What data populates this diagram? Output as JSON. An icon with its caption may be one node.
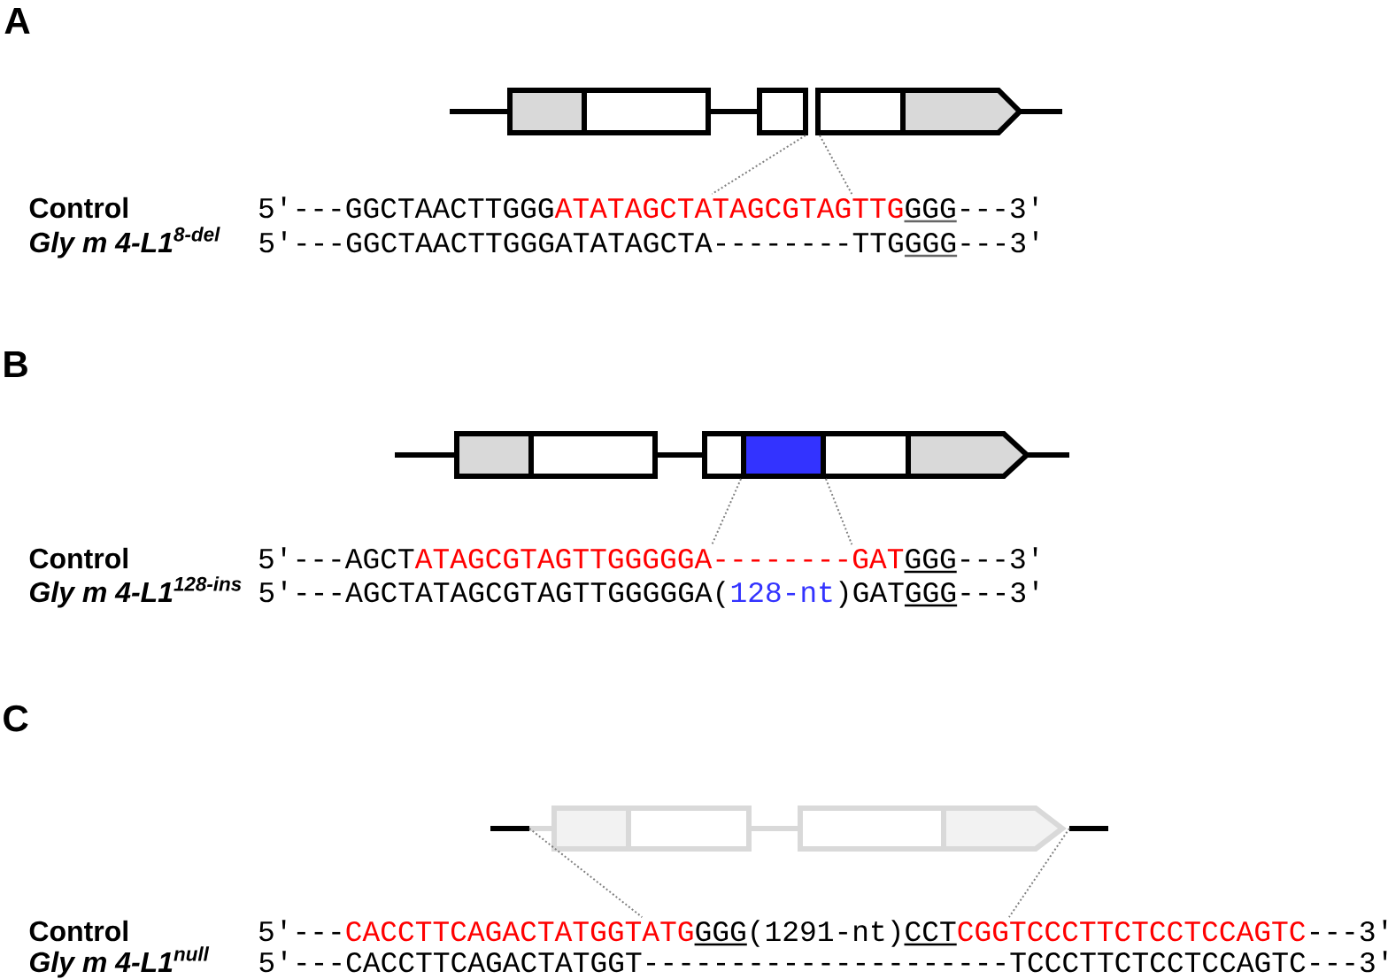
{
  "diagram": {
    "nodes": [
      {
        "text": [],
        "shape": "picture"
      },
      {
        "text": [
          "5′---GGCTAACTTGGG",
          "ATATAGCTATAGCGTAGTTG",
          "GGG",
          "---3′"
        ]
      },
      {
        "text": [],
        "shape": "picture"
      },
      {
        "text": [],
        "shape": "box",
        "in": 2
      },
      {
        "text": [
          "5′---AGCT",
          "ATAGCGTAGTTGGGGGA--------GAT",
          "GGG",
          "---3′"
        ]
      },
      {
        "text": [],
        "shape": "picture"
      },
      {
        "text": [
          "5′---",
          "CACCTTCAGACTATGGTATG",
          "GGG",
          "(1291-nt)",
          "CCT",
          "CGGTCCCTTCTCCTCCAGTC",
          "---3′"
        ]
      }
    ],
    "edges": [
      {
        "from": 0,
        "to": 1,
        "arrow": "none",
        "style": "dashed"
      },
      {
        "from": 0,
        "to": 1,
        "arrow": "none",
        "style": "dashed"
      },
      {
        "from": 3,
        "to": 4,
        "arrow": "none",
        "style": "dashed"
      },
      {
        "from": 3,
        "to": 4,
        "arrow": "none",
        "style": "dashed"
      },
      {
        "from": 5,
        "to": 6,
        "arrow": "none",
        "style": "dashed"
      },
      {
        "from": 5,
        "to": 6,
        "arrow": "none",
        "style": "dashed"
      }
    ],
    "labels": [
      "A",
      "Control",
      "Gly m 4-L1$^{8-del}$",
      "5′---GGCTAACTTGGGATATAGCTA--------TTG",
      "GGG",
      "---3′",
      "B",
      "Control",
      "Gly m 4-L1$^{128-ins}$",
      "5′---AGCTATAGCGTAGTTGGGGGA(",
      "128-nt",
      ")GAT",
      "GGG",
      "---3′",
      "C",
      "Control",
      "Gly m 4-L1$^{null}$",
      "5′---CACCTTCAGACTATGGT---------------------TCCCTTCTCCTCCAGTC---3′"
    ]
  }
}
